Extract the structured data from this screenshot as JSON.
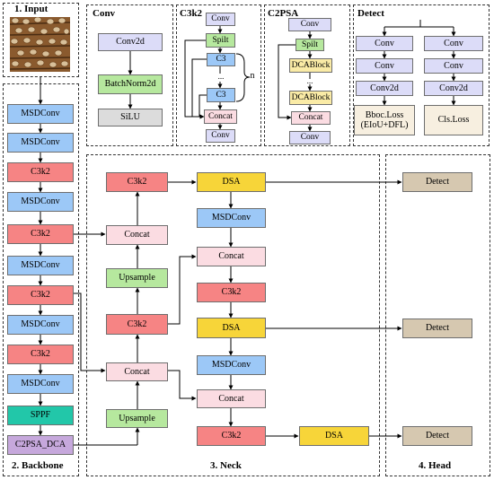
{
  "panels": {
    "input": "1. Input",
    "backbone": "2.  Backbone",
    "neck": "3.  Neck",
    "head": "4.  Head",
    "conv": "Conv",
    "c3k2": "C3k2",
    "c2psa": "C2PSA",
    "detect": "Detect"
  },
  "conv_detail": [
    "Conv2d",
    "BatchNorm2d",
    "SiLU"
  ],
  "c3k2_detail": {
    "top": "Conv",
    "split": "Spilt",
    "c3a": "C3",
    "dots": "...",
    "c3b": "C3",
    "n": "n",
    "concat": "Concat",
    "bottom": "Conv"
  },
  "c2psa_detail": {
    "top": "Conv",
    "split": "Spilt",
    "dca1": "DCABlock",
    "dots": "...",
    "dca2": "DCABlock",
    "concat": "Concat",
    "bottom": "Conv"
  },
  "detect_detail": {
    "left": [
      "Conv",
      "Conv",
      "Conv2d"
    ],
    "right": [
      "Conv",
      "Conv",
      "Conv2d"
    ],
    "bbox_loss_1": "Bboc.Loss",
    "bbox_loss_2": "(EIoU+DFL)",
    "cls_loss": "Cls.Loss"
  },
  "backbone": [
    "MSDConv",
    "MSDConv",
    "C3k2",
    "MSDConv",
    "C3k2",
    "MSDConv",
    "C3k2",
    "MSDConv",
    "C3k2",
    "MSDConv",
    "SPPF",
    "C2PSA_DCA"
  ],
  "neck": {
    "col1": [
      "Upsample",
      "Concat",
      "Upsample",
      "C3k2",
      "Concat",
      "C3k2"
    ],
    "col2": [
      "DSA",
      "MSDConv",
      "Concat",
      "C3k2",
      "DSA",
      "MSDConv",
      "Concat",
      "C3k2"
    ],
    "dsa_bottom": "DSA"
  },
  "head": [
    "Detect",
    "Detect",
    "Detect"
  ]
}
